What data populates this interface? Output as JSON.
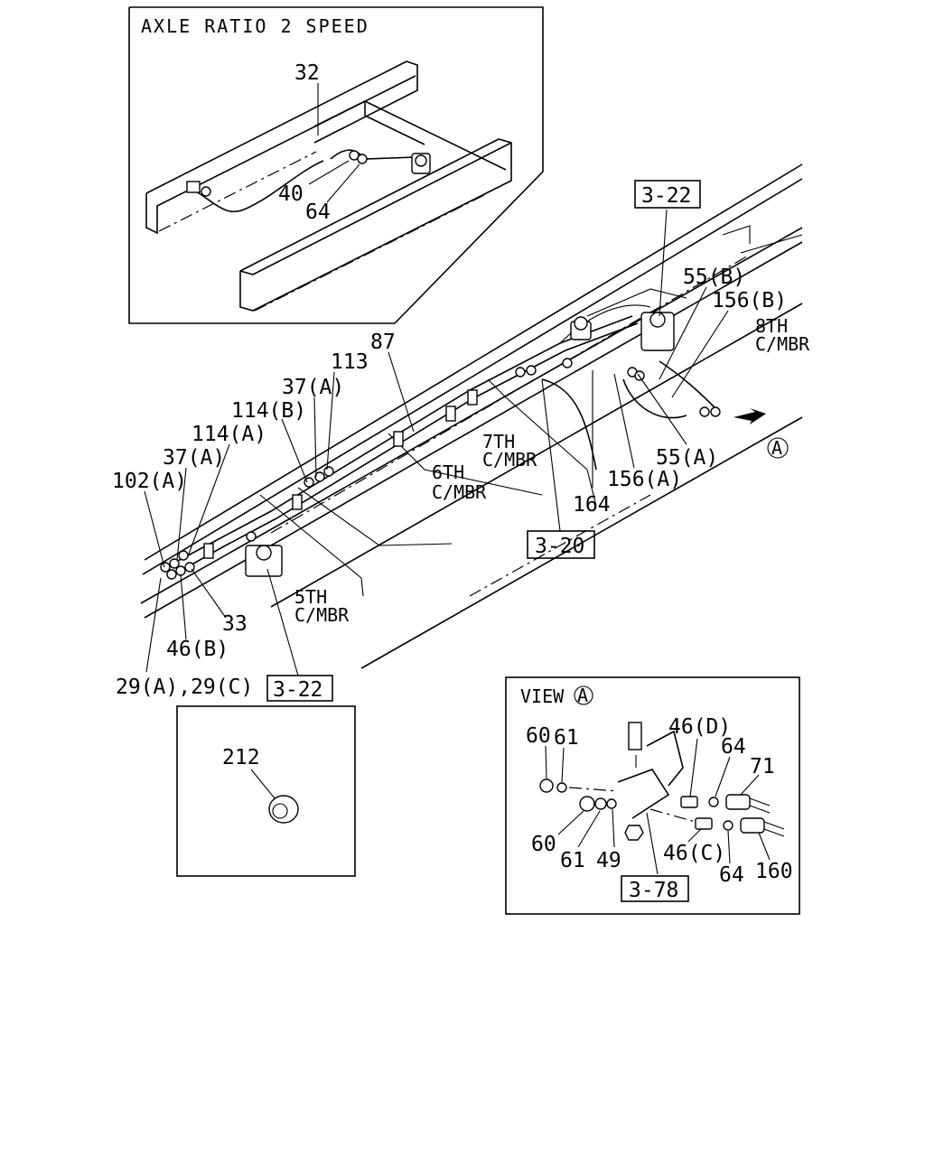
{
  "inset_axle": {
    "title": "AXLE RATIO 2 SPEED",
    "labels": [
      "32",
      "40",
      "64"
    ]
  },
  "main": {
    "labels": [
      "87",
      "113",
      "37(A)",
      "114(B)",
      "114(A)",
      "37(A)",
      "102(A)",
      "33",
      "46(B)",
      "29(A),29(C)",
      "55(B)",
      "156(B)",
      "55(A)",
      "156(A)",
      "164"
    ],
    "members": [
      "8TH",
      "C/MBR",
      "7TH",
      "C/MBR",
      "6TH",
      "C/MBR",
      "5TH",
      "C/MBR"
    ],
    "refs": [
      "3-22",
      "3-20",
      "3-22"
    ],
    "view_marker": "A"
  },
  "inset_grommet": {
    "labels": [
      "212"
    ]
  },
  "inset_view": {
    "title": "VIEW",
    "marker": "A",
    "labels": [
      "60",
      "61",
      "46(D)",
      "64",
      "71",
      "60",
      "61",
      "49",
      "46(C)",
      "64",
      "160"
    ],
    "ref": "3-78"
  }
}
